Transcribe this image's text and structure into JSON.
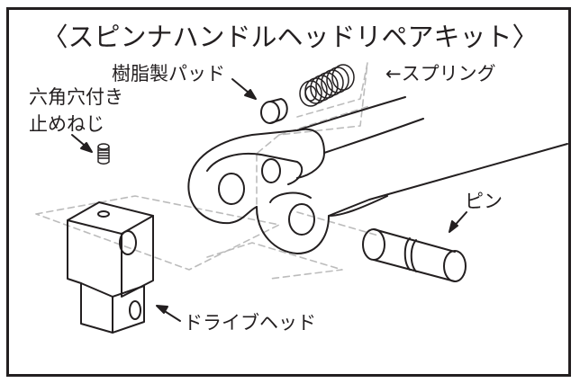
{
  "title": "〈スピンナハンドルヘッドリペアキット〉",
  "labels": {
    "resin_pad": "樹脂製パッド",
    "spring": "←スプリング",
    "set_screw_line1": "六角穴付き",
    "set_screw_line2": "止めねじ",
    "pin": "ピン",
    "drive_head": "ドライブヘッド"
  },
  "colors": {
    "line": "#231f20",
    "dashed": "#bcbcbc"
  }
}
